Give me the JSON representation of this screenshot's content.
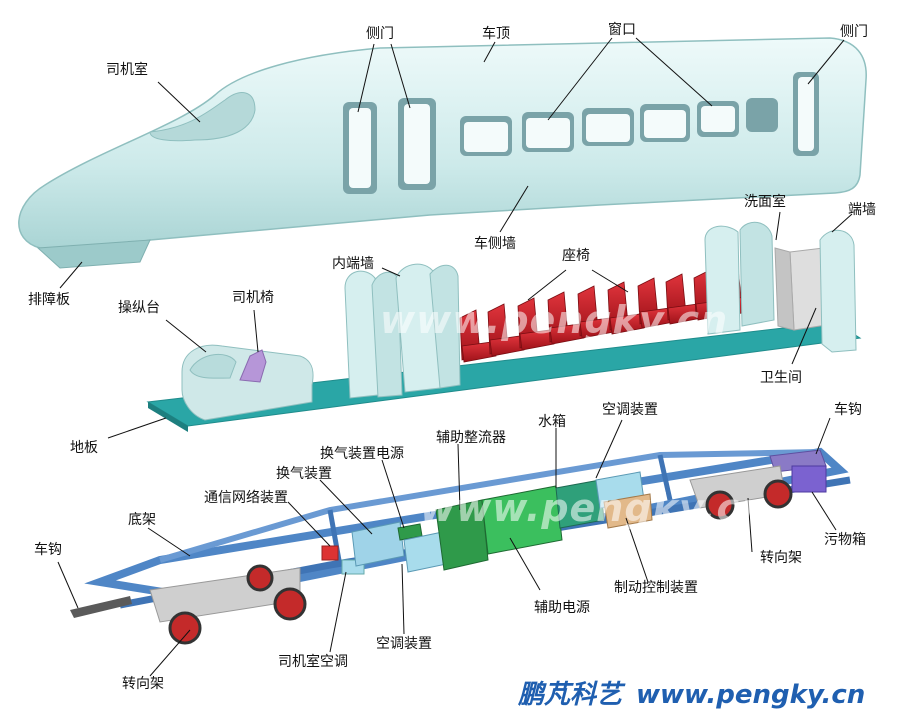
{
  "labels": {
    "cab": "司机室",
    "side_door_1": "侧门",
    "roof": "车顶",
    "window": "窗口",
    "side_door_2": "侧门",
    "side_wall": "车侧墙",
    "washroom": "洗面室",
    "end_wall": "端墙",
    "pilot": "排障板",
    "inner_end_wall": "内端墙",
    "seat": "座椅",
    "driver_seat": "司机椅",
    "console": "操纵台",
    "toilet": "卫生间",
    "floor": "地板",
    "coupler_right": "车钩",
    "vent_power": "换气装置电源",
    "aux_rectifier": "辅助整流器",
    "water_tank": "水箱",
    "ac_unit_top": "空调装置",
    "vent_device": "换气装置",
    "comm_network": "通信网络装置",
    "underframe": "底架",
    "coupler_left": "车钩",
    "bogie_right": "转向架",
    "waste_tank": "污物箱",
    "brake_control": "制动控制装置",
    "aux_power": "辅助电源",
    "ac_unit_bottom": "空调装置",
    "cab_ac": "司机室空调",
    "bogie_left": "转向架"
  },
  "watermark": {
    "text": "www.pengky.cn"
  },
  "brand": {
    "name": "鹏芃科艺",
    "url": "www.pengky.cn"
  },
  "colors": {
    "body_shell": "#d6efef",
    "floor": "#2aa6a6",
    "seat": "#c8202a",
    "frame": "#4f86c6",
    "equipment_green": "#2f9a4a",
    "brand_blue": "#1f5fb0"
  }
}
